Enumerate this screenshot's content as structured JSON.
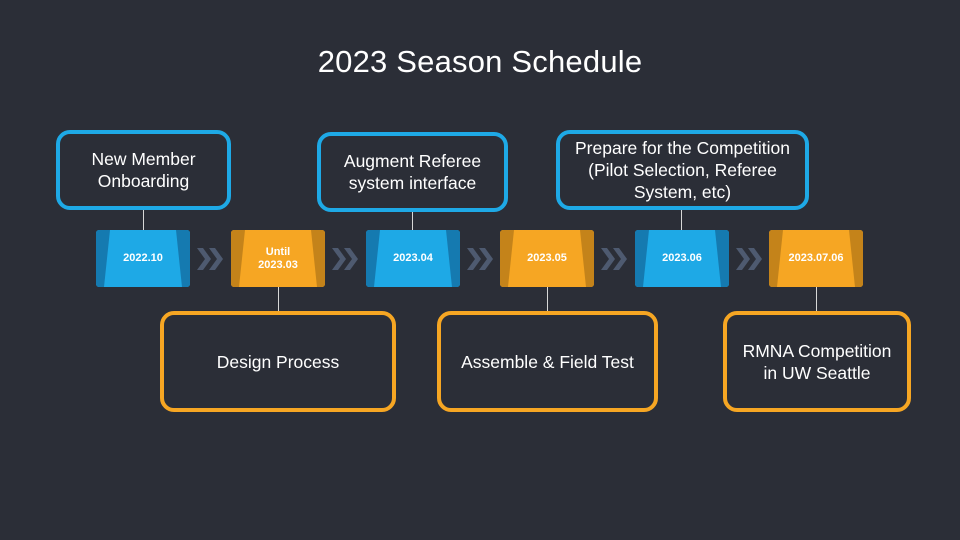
{
  "title": "2023 Season Schedule",
  "colors": {
    "background": "#2b2e37",
    "blue": "#1ea9e6",
    "orange": "#f6a623",
    "arrow": "#4e5a70"
  },
  "icons": {
    "separator": "double-chevron-right-icon"
  },
  "milestones": [
    {
      "label": "2022.10",
      "color": "blue"
    },
    {
      "label": "Until\n2023.03",
      "color": "orange"
    },
    {
      "label": "2023.04",
      "color": "blue"
    },
    {
      "label": "2023.05",
      "color": "orange"
    },
    {
      "label": "2023.06",
      "color": "blue"
    },
    {
      "label": "2023.07.06",
      "color": "orange"
    }
  ],
  "events_above": [
    {
      "text": "New Member\nOnboarding",
      "milestone": "2022.10"
    },
    {
      "text": "Augment Referee\nsystem interface",
      "milestone": "2023.04"
    },
    {
      "text": "Prepare for the Competition\n(Pilot Selection, Referee\nSystem, etc)",
      "milestone": "2023.06"
    }
  ],
  "events_below": [
    {
      "text": "Design Process",
      "milestone": "Until\n2023.03"
    },
    {
      "text": "Assemble & Field Test",
      "milestone": "2023.05"
    },
    {
      "text": "RMNA Competition\nin UW Seattle",
      "milestone": "2023.07.06"
    }
  ]
}
